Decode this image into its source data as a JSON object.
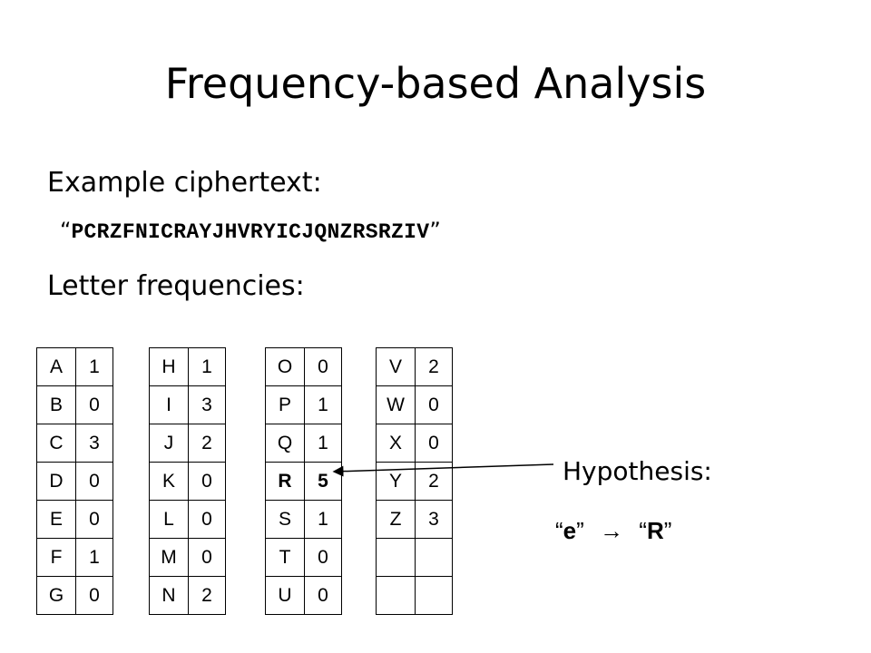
{
  "slide": {
    "title": "Frequency-based Analysis",
    "example_label": "Example ciphertext:",
    "ciphertext": "PCRZFNICRAYJHVRYICJQNZRSRZIV",
    "open_quote": "“",
    "close_quote": "”",
    "freq_label": "Letter frequencies:"
  },
  "tables": [
    {
      "rows": [
        [
          "A",
          "1"
        ],
        [
          "B",
          "0"
        ],
        [
          "C",
          "3"
        ],
        [
          "D",
          "0"
        ],
        [
          "E",
          "0"
        ],
        [
          "F",
          "1"
        ],
        [
          "G",
          "0"
        ]
      ]
    },
    {
      "rows": [
        [
          "H",
          "1"
        ],
        [
          "I",
          "3"
        ],
        [
          "J",
          "2"
        ],
        [
          "K",
          "0"
        ],
        [
          "L",
          "0"
        ],
        [
          "M",
          "0"
        ],
        [
          "N",
          "2"
        ]
      ]
    },
    {
      "rows": [
        [
          "O",
          "0"
        ],
        [
          "P",
          "1"
        ],
        [
          "Q",
          "1"
        ],
        [
          "R",
          "5"
        ],
        [
          "S",
          "1"
        ],
        [
          "T",
          "0"
        ],
        [
          "U",
          "0"
        ]
      ]
    },
    {
      "rows": [
        [
          "V",
          "2"
        ],
        [
          "W",
          "0"
        ],
        [
          "X",
          "0"
        ],
        [
          "Y",
          "2"
        ],
        [
          "Z",
          "3"
        ],
        [
          "",
          ""
        ],
        [
          "",
          ""
        ]
      ]
    }
  ],
  "highlight_letter": "R",
  "hypothesis": {
    "label": "Hypothesis:",
    "plain": "e",
    "arrow_glyph": "→",
    "cipher": "R"
  }
}
